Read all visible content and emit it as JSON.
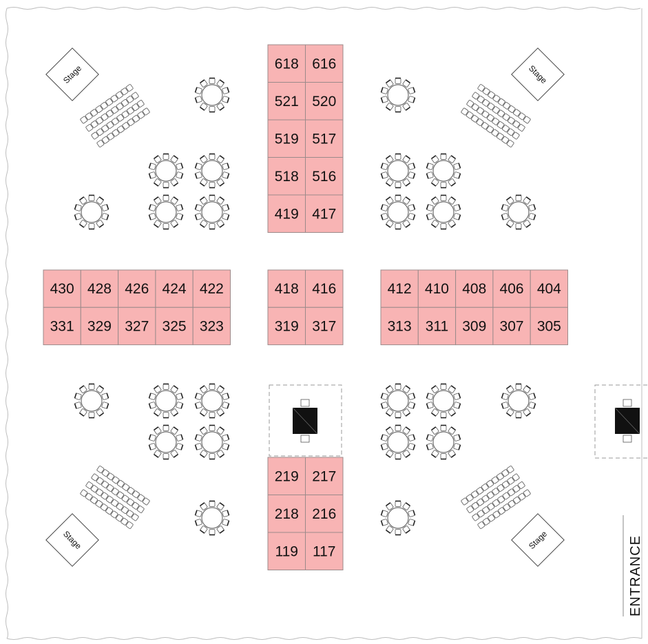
{
  "colors": {
    "booth_fill": "#f8b4b4",
    "booth_stroke": "#9b8a8a",
    "line": "#555555",
    "column": "#111111",
    "border": "#bdbdbd"
  },
  "booth_blocks": [
    {
      "id": "center-top",
      "rows": [
        [
          "618",
          "616"
        ],
        [
          "521",
          "520"
        ],
        [
          "519",
          "517"
        ],
        [
          "518",
          "516"
        ],
        [
          "419",
          "417"
        ]
      ]
    },
    {
      "id": "left-mid",
      "rows": [
        [
          "430",
          "428",
          "426",
          "424",
          "422"
        ],
        [
          "331",
          "329",
          "327",
          "325",
          "323"
        ]
      ]
    },
    {
      "id": "center-mid",
      "rows": [
        [
          "418",
          "416"
        ],
        [
          "319",
          "317"
        ]
      ]
    },
    {
      "id": "right-mid",
      "rows": [
        [
          "412",
          "410",
          "408",
          "406",
          "404"
        ],
        [
          "313",
          "311",
          "309",
          "307",
          "305"
        ]
      ]
    },
    {
      "id": "center-bottom",
      "rows": [
        [
          "219",
          "217"
        ],
        [
          "218",
          "216"
        ],
        [
          "119",
          "117"
        ]
      ]
    }
  ],
  "stages": [
    {
      "id": "top-left",
      "label": "Stage"
    },
    {
      "id": "top-right",
      "label": "Stage"
    },
    {
      "id": "bottom-left",
      "label": "Stage"
    },
    {
      "id": "bottom-right",
      "label": "Stage"
    }
  ],
  "entrance": {
    "label": "ENTRANCE"
  },
  "round_tables": {
    "chairs_per_table": 10
  },
  "chair_rows": {
    "rows_per_block": 4,
    "chairs_per_row": 10
  }
}
